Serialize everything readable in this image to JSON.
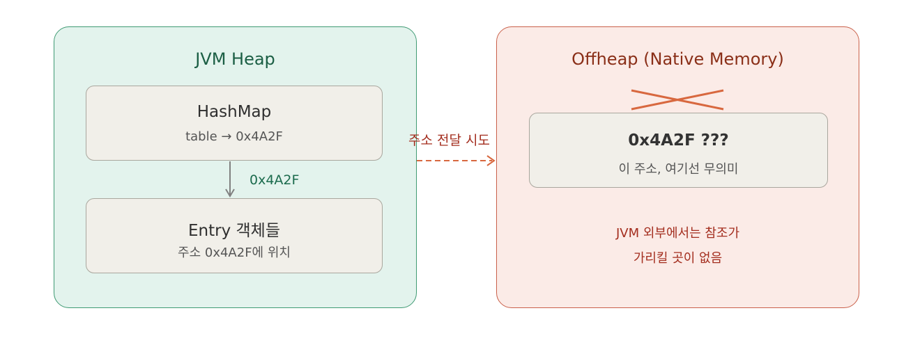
{
  "heap": {
    "title": "JVM Heap",
    "hashmap": {
      "title": "HashMap",
      "subtitle": "table → 0x4A2F"
    },
    "arrow_label": "0x4A2F",
    "entry": {
      "title": "Entry 객체들",
      "subtitle": "주소 0x4A2F에 위치"
    }
  },
  "transfer": {
    "label": "주소 전달 시도"
  },
  "offheap": {
    "title": "Offheap (Native Memory)",
    "address_box": {
      "title": "0x4A2F ???",
      "subtitle": "이 주소, 여기선 무의미"
    },
    "note_lines": [
      "JVM 외부에서는 참조가",
      "가리킬 곳이 없음"
    ]
  },
  "colors": {
    "heap_fill": "#e3f3ed",
    "heap_border": "#3f9a73",
    "offheap_fill": "#fbebe7",
    "offheap_border": "#c9604a",
    "box_fill": "#f1efe9",
    "box_border": "#a9a69d",
    "arrow_gray": "#808080",
    "dashed_arrow": "#d8683f",
    "cross": "#d8683f"
  },
  "icons": {
    "invalid_mark": "cross-icon"
  }
}
